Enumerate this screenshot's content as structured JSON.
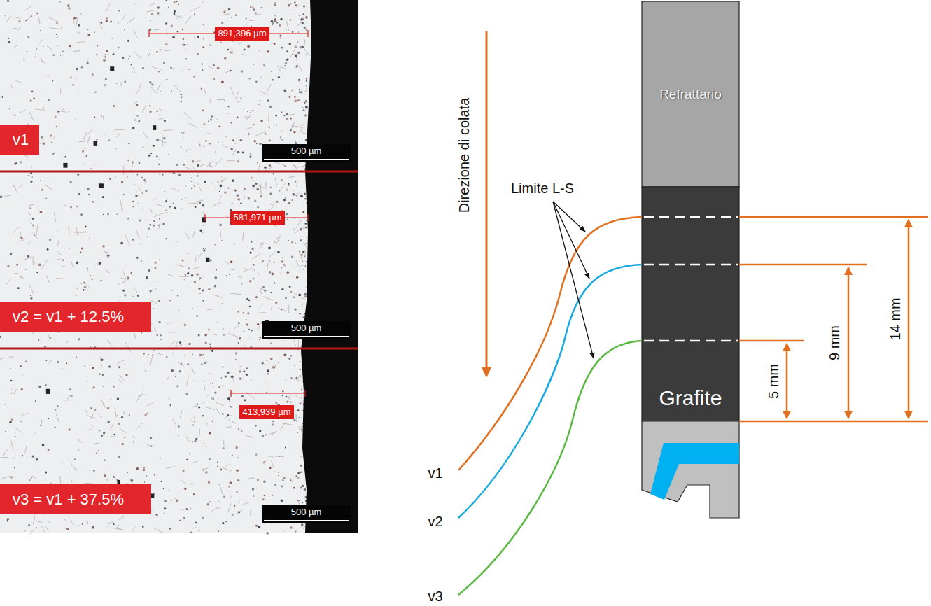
{
  "diagram": {
    "nodes": [
      {
        "text": [
          "891,396 µm"
        ]
      },
      {
        "text": [
          "500 µm"
        ]
      },
      {
        "text": [
          "v1"
        ]
      },
      {
        "text": [
          "581,971 µm"
        ]
      },
      {
        "text": [
          "v2 = v1 + 12.5%"
        ]
      },
      {
        "text": [
          "500 µm"
        ]
      },
      {
        "text": [
          "413,939 µm"
        ]
      },
      {
        "text": [
          "v3 = v1 + 37.5%"
        ]
      },
      {
        "text": [
          "500 µm"
        ]
      },
      {
        "text": [
          "Refrattario"
        ]
      },
      {
        "text": [
          "Grafite"
        ]
      }
    ],
    "labels": [
      "Direzione di colata",
      "Limite L-S",
      "14 mm",
      "9 mm",
      "5 mm",
      "v1",
      "v2",
      "v3"
    ]
  }
}
